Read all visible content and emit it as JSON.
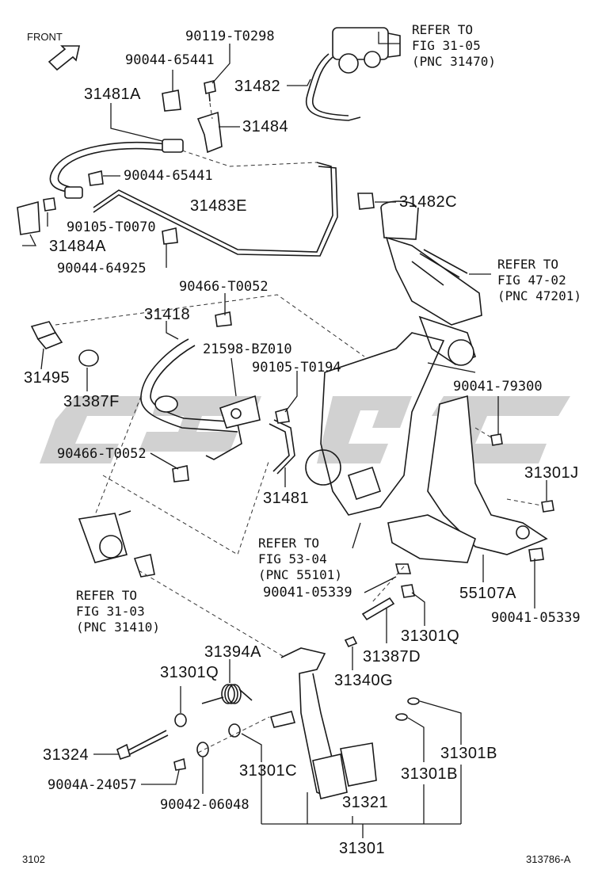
{
  "header": {
    "front_label": "FRONT"
  },
  "footer": {
    "left_code": "3102",
    "right_code": "313786-A"
  },
  "refs": {
    "fig_31_05": "REFER TO\nFIG 31-05\n(PNC 31470)",
    "fig_47_02": "REFER TO\nFIG 47-02\n(PNC 47201)",
    "fig_53_04": "REFER TO\nFIG 53-04\n(PNC 55101)",
    "fig_31_03": "REFER TO\nFIG 31-03\n(PNC 31410)"
  },
  "parts": {
    "p90119_T0298": "90119-T0298",
    "p90044_65441_a": "90044-65441",
    "p31481A": "31481A",
    "p31482": "31482",
    "p31484": "31484",
    "p90044_65441_b": "90044-65441",
    "p31483E": "31483E",
    "p31482C": "31482C",
    "p90105_T0070": "90105-T0070",
    "p31484A": "31484A",
    "p90044_64925": "90044-64925",
    "p90466_T0052_a": "90466-T0052",
    "p31418": "31418",
    "p21598_BZ010": "21598-BZ010",
    "p90105_T0194": "90105-T0194",
    "p31495": "31495",
    "p31387F": "31387F",
    "p90041_79300": "90041-79300",
    "p90466_T0052_b": "90466-T0052",
    "p31301J": "31301J",
    "p31481": "31481",
    "p90041_05339_a": "90041-05339",
    "p55107A": "55107A",
    "p90041_05339_b": "90041-05339",
    "p31301Q_a": "31301Q",
    "p31394A": "31394A",
    "p31387D": "31387D",
    "p31301Q_b": "31301Q",
    "p31340G": "31340G",
    "p31301B_a": "31301B",
    "p31324": "31324",
    "p31301B_b": "31301B",
    "p9004A_24057": "9004A-24057",
    "p31301C": "31301C",
    "p90042_06048": "90042-06048",
    "p31321": "31321",
    "p31301": "31301"
  }
}
